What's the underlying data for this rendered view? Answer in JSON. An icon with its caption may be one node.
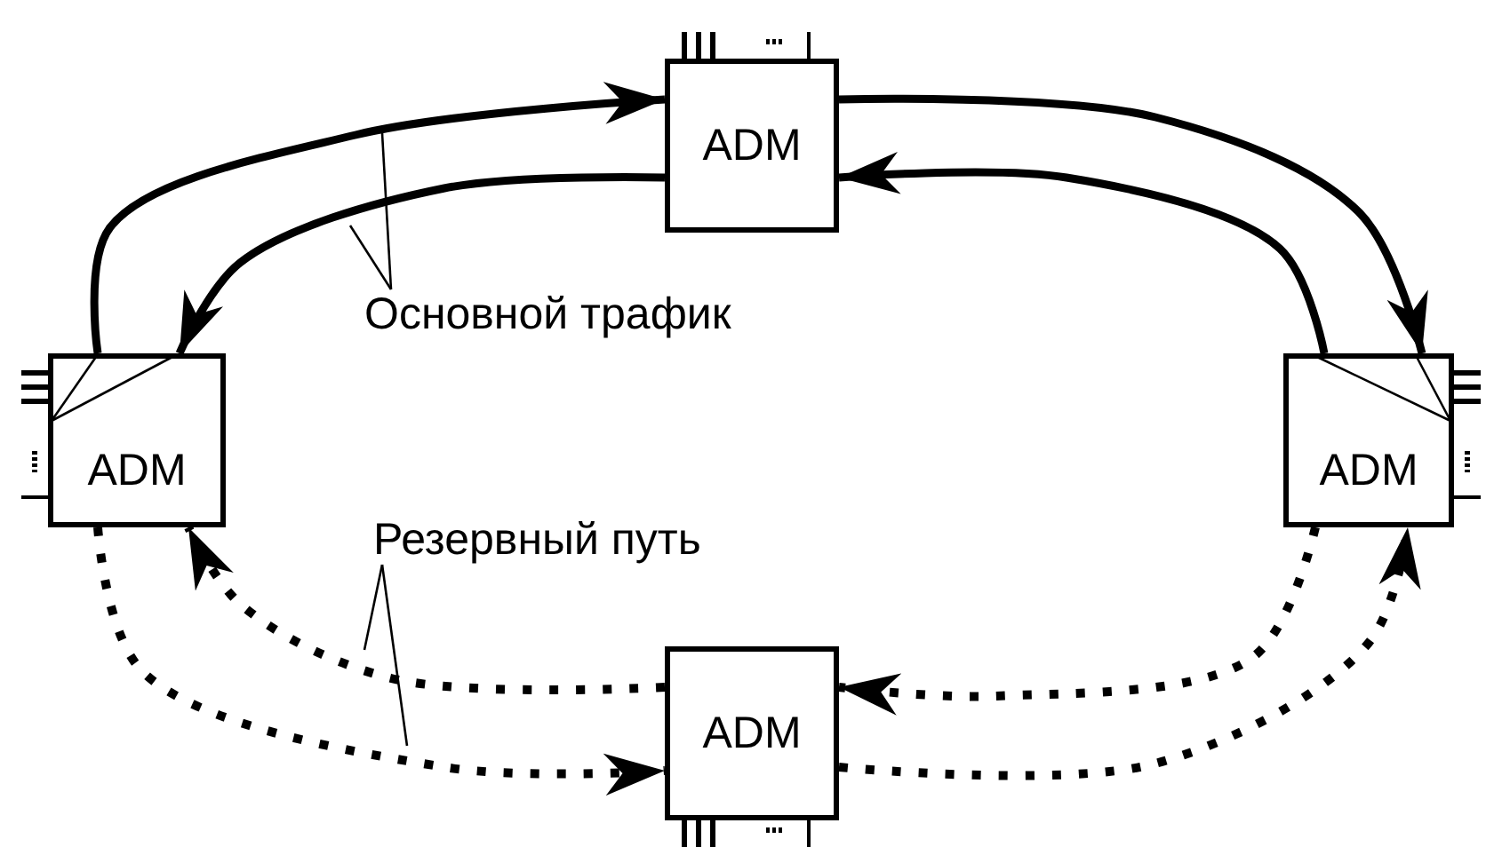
{
  "diagram": {
    "nodes": [
      {
        "text": [
          "ADM"
        ]
      },
      {
        "text": [
          "ADM"
        ]
      },
      {
        "text": [
          "ADM"
        ]
      },
      {
        "text": [
          "ADM"
        ]
      },
      {
        "text": [
          "Основной трафик"
        ]
      },
      {
        "text": [
          "Резервный путь"
        ]
      }
    ],
    "edges": [
      {
        "from": 1,
        "to": 0,
        "arrow": "to"
      },
      {
        "from": 0,
        "to": 1,
        "arrow": "to"
      },
      {
        "from": 0,
        "to": 2,
        "arrow": "to"
      },
      {
        "from": 2,
        "to": 0,
        "arrow": "to"
      },
      {
        "from": 1,
        "to": 3,
        "arrow": "to",
        "style": "dashed"
      },
      {
        "from": 3,
        "to": 1,
        "arrow": "to",
        "style": "dashed"
      },
      {
        "from": 3,
        "to": 2,
        "arrow": "to",
        "style": "dashed"
      },
      {
        "from": 2,
        "to": 3,
        "arrow": "to",
        "style": "dashed"
      },
      {
        "from": 4,
        "to": null,
        "arrow": "none"
      },
      {
        "from": 4,
        "to": null,
        "arrow": "none"
      },
      {
        "from": 5,
        "to": null,
        "arrow": "none"
      },
      {
        "from": 5,
        "to": null,
        "arrow": "none"
      }
    ]
  }
}
